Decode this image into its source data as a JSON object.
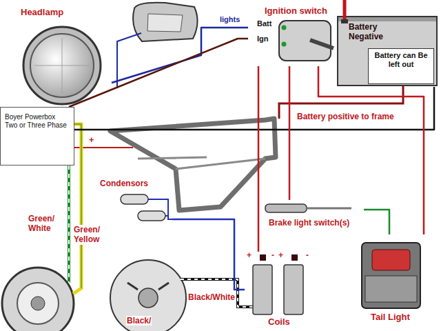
{
  "diagram": {
    "nodes": [
      {
        "text": [
          "Headlamp"
        ]
      },
      {
        "text": [
          "Ignition switch"
        ]
      },
      {
        "text": [
          "Battery Negative"
        ]
      },
      {
        "text": [
          "Battery can Be left out"
        ],
        "in": 2
      },
      {
        "text": [
          "Boyer Powerbox Two or Three Phase"
        ]
      },
      {
        "text": [
          "Condensors"
        ]
      },
      {
        "text": [
          "Brake light switch(s)"
        ]
      },
      {
        "text": [
          "Coils"
        ]
      },
      {
        "text": [
          "Tail Light"
        ]
      }
    ],
    "edges": [
      {
        "from": 1,
        "to": 0,
        "arrow": "none",
        "label": "lights"
      },
      {
        "from": 4,
        "to": 1,
        "arrow": "none"
      },
      {
        "from": 4,
        "to": 2,
        "arrow": "none"
      },
      {
        "from": 1,
        "to": 7,
        "arrow": "none"
      },
      {
        "from": 1,
        "to": 6,
        "arrow": "none"
      },
      {
        "from": 1,
        "to": 8,
        "arrow": "none"
      },
      {
        "from": 5,
        "to": 7,
        "arrow": "none"
      },
      {
        "from": 6,
        "to": 8,
        "arrow": "none"
      }
    ],
    "labels": [
      "Batt",
      "Ign",
      "Battery positive to frame",
      "+",
      "Green/ White",
      "Green/ Yellow",
      "Black/White",
      "Black/",
      "+",
      "-",
      "+",
      "-"
    ]
  }
}
